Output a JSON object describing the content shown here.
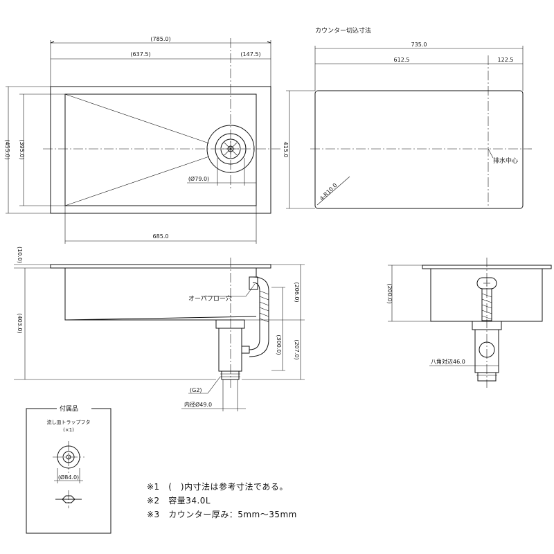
{
  "top_view": {
    "dims": {
      "overall_width": "(785.0)",
      "left_width": "(637.5)",
      "right_width": "(147.5)",
      "overall_height": "(455.0)",
      "inner_height": "(395.0)",
      "inner_width": "685.0",
      "drain_diameter": "(Ø79.0)"
    }
  },
  "cutout_view": {
    "title": "カウンター切込寸法",
    "dims": {
      "width": "735.0",
      "left": "612.5",
      "right": "122.5",
      "height": "415.0",
      "corner_radius": "4-R10.0"
    },
    "drain_center_label": "排水中心"
  },
  "front_section": {
    "dims": {
      "flange": "(10.0)",
      "total_height": "(403.0)",
      "upper": "(206.0)",
      "lower": "(207.0)",
      "trap": "(300.0)",
      "thread": "(G2)",
      "inner_diameter": "内径Ø49.0"
    },
    "overflow_label": "オーバフロー穴"
  },
  "side_section": {
    "dims": {
      "depth": "(200.0)",
      "octagon": "八角対辺46.0"
    }
  },
  "accessories": {
    "title": "付属品",
    "item_name": "流し皿トラップフタ",
    "item_qty": "(×1)",
    "diameter": "(Ø84.0)"
  },
  "notes": [
    "※1　(　)内寸法は参考寸法である。",
    "※2　容量34.0L",
    "※3　カウンター厚み：5mm～35mm"
  ]
}
